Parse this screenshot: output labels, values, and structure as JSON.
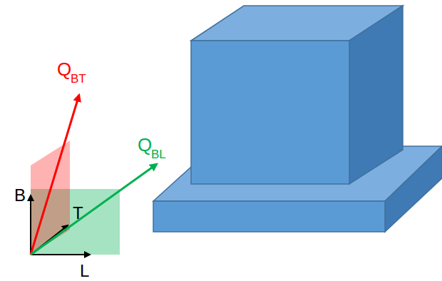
{
  "diagram": {
    "labels": [
      "Q",
      "BT",
      "Q",
      "BL",
      "B",
      "T",
      "L"
    ]
  }
}
